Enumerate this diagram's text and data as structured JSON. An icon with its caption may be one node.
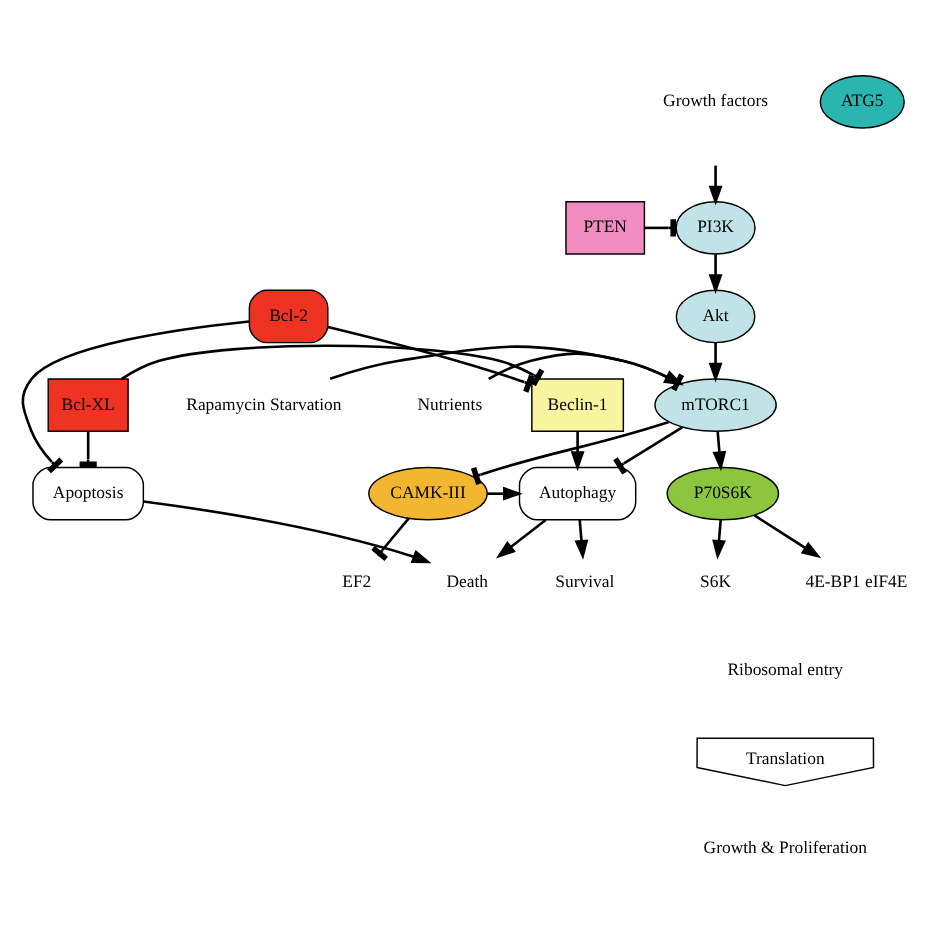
{
  "diagram": {
    "nodes": [
      {
        "text": [
          "PI3K"
        ]
      },
      {
        "text": [
          "PTEN"
        ]
      },
      {
        "text": [
          "Akt"
        ]
      },
      {
        "text": [
          "mTORC1"
        ]
      },
      {
        "text": [
          "Nutrients"
        ]
      },
      {
        "text": [
          "Rapamycin Starvation"
        ]
      },
      {
        "text": [
          "Bcl-2"
        ]
      },
      {
        "text": [
          "ATG5"
        ]
      },
      {
        "text": [
          "Bcl-XL"
        ]
      },
      {
        "text": [
          "Beclin-1"
        ]
      },
      {
        "text": [
          "Apoptosis"
        ]
      },
      {
        "text": [
          "Autophagy"
        ]
      },
      {
        "text": [
          "CAMK-III"
        ]
      },
      {
        "text": [
          "P70S6K"
        ]
      },
      {
        "text": [
          "Death"
        ]
      },
      {
        "text": [
          "Survival"
        ]
      },
      {
        "text": [
          "EF2"
        ]
      },
      {
        "text": [
          "S6K"
        ]
      },
      {
        "text": [
          "4E-BP1 eIF4E"
        ]
      },
      {
        "text": [
          "Translation"
        ]
      }
    ],
    "edges": [
      {
        "from": null,
        "to": 0,
        "arrow": "to"
      },
      {
        "from": 1,
        "to": 0,
        "arrow": "other"
      },
      {
        "from": 0,
        "to": 2,
        "arrow": "to"
      },
      {
        "from": 2,
        "to": 3,
        "arrow": "to"
      },
      {
        "from": 4,
        "to": 3,
        "arrow": "to"
      },
      {
        "from": 5,
        "to": 3,
        "arrow": "other"
      },
      {
        "from": 6,
        "to": 9,
        "arrow": "other"
      },
      {
        "from": 6,
        "to": 10,
        "arrow": "other"
      },
      {
        "from": 8,
        "to": 9,
        "arrow": "other"
      },
      {
        "from": 8,
        "to": 10,
        "arrow": "other"
      },
      {
        "from": 9,
        "to": 11,
        "arrow": "to"
      },
      {
        "from": 3,
        "to": 11,
        "arrow": "other"
      },
      {
        "from": 3,
        "to": 12,
        "arrow": "other"
      },
      {
        "from": 3,
        "to": 13,
        "arrow": "to"
      },
      {
        "from": 12,
        "to": 11,
        "arrow": "to"
      },
      {
        "from": 10,
        "to": 14,
        "arrow": "to"
      },
      {
        "from": 11,
        "to": 14,
        "arrow": "to"
      },
      {
        "from": 11,
        "to": 15,
        "arrow": "to"
      },
      {
        "from": 12,
        "to": 16,
        "arrow": "other"
      },
      {
        "from": 13,
        "to": 17,
        "arrow": "to"
      },
      {
        "from": 13,
        "to": 18,
        "arrow": "to"
      }
    ],
    "labels": [
      "Growth factors",
      "Ribosomal entry",
      "Growth & Proliferation"
    ]
  }
}
